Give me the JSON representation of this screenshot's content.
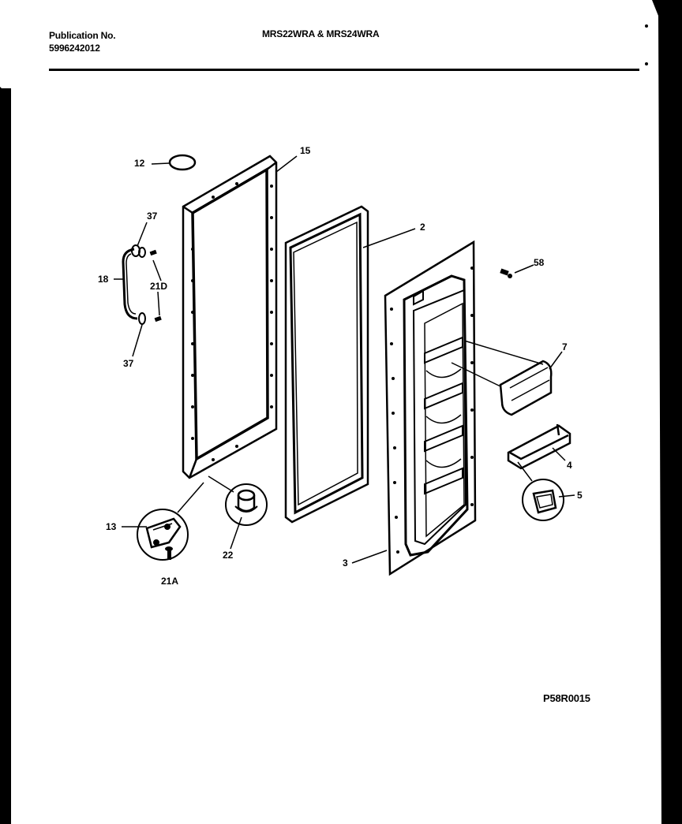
{
  "header": {
    "publication_label": "Publication No.",
    "publication_number": "5996242012",
    "model_title": "MRS22WRA & MRS24WRA"
  },
  "drawing_code": "P58R0015",
  "callouts": {
    "c12": "12",
    "c15": "15",
    "c37a": "37",
    "c18": "18",
    "c21d": "21D",
    "c37b": "37",
    "c2": "2",
    "c58": "58",
    "c7": "7",
    "c4": "4",
    "c5": "5",
    "c13": "13",
    "c22": "22",
    "c21a": "21A",
    "c3": "3"
  },
  "colors": {
    "paper": "#ffffff",
    "ink": "#000000",
    "background": "#000000"
  }
}
